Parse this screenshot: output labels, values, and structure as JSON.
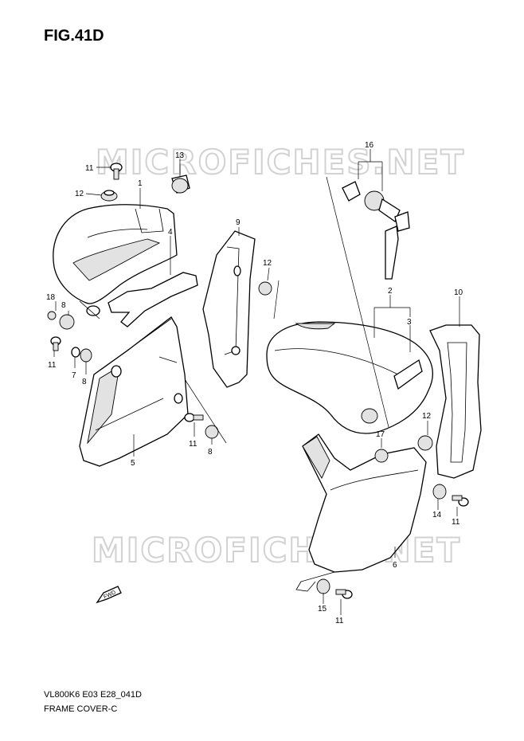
{
  "figure": {
    "title": "FIG.41D",
    "model_code": "VL800K6 E03 E28_041D",
    "group_name": "FRAME COVER-C",
    "watermark": "MICROFICHES.NET",
    "direction_label": "FWD"
  },
  "callouts": [
    {
      "id": "c11a",
      "label": "11"
    },
    {
      "id": "c12a",
      "label": "12"
    },
    {
      "id": "c13",
      "label": "13"
    },
    {
      "id": "c1",
      "label": "1"
    },
    {
      "id": "c4",
      "label": "4"
    },
    {
      "id": "c9",
      "label": "9"
    },
    {
      "id": "c12b",
      "label": "12"
    },
    {
      "id": "c18",
      "label": "18"
    },
    {
      "id": "c8a",
      "label": "8"
    },
    {
      "id": "c11b",
      "label": "11"
    },
    {
      "id": "c7",
      "label": "7"
    },
    {
      "id": "c8b",
      "label": "8"
    },
    {
      "id": "c5",
      "label": "5"
    },
    {
      "id": "c11c",
      "label": "11"
    },
    {
      "id": "c8c",
      "label": "8"
    },
    {
      "id": "c16",
      "label": "16"
    },
    {
      "id": "c2",
      "label": "2"
    },
    {
      "id": "c3",
      "label": "3"
    },
    {
      "id": "c10",
      "label": "10"
    },
    {
      "id": "c12c",
      "label": "12"
    },
    {
      "id": "c17",
      "label": "17"
    },
    {
      "id": "c14",
      "label": "14"
    },
    {
      "id": "c11d",
      "label": "11"
    },
    {
      "id": "c6",
      "label": "6"
    },
    {
      "id": "c15",
      "label": "15"
    },
    {
      "id": "c11e",
      "label": "11"
    }
  ]
}
